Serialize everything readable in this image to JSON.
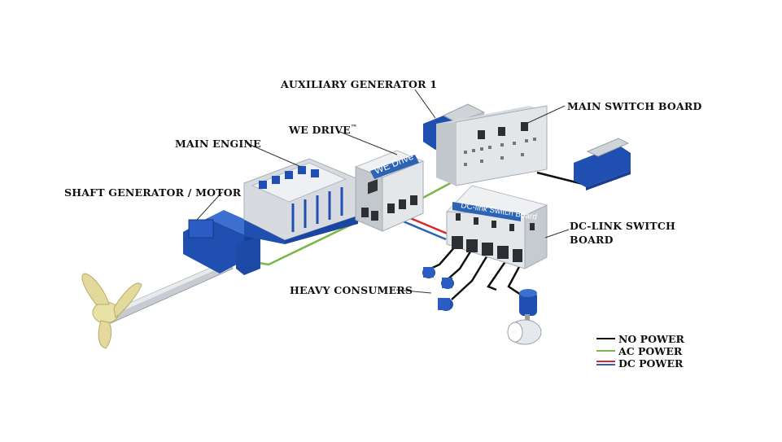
{
  "labels": {
    "auxiliary_generator": "AUXILIARY GENERATOR 1",
    "main_switch_board": "MAIN SWITCH BOARD",
    "we_drive": "WE DRIVE",
    "we_drive_tm": "™",
    "main_engine": "MAIN ENGINE",
    "shaft_generator": "SHAFT GENERATOR / MOTOR",
    "dc_link_line1": "DC-LINK SWITCH",
    "dc_link_line2": "BOARD",
    "heavy_consumers": "HEAVY CONSUMERS"
  },
  "panels": {
    "we_drive_title": "WE Drive",
    "dc_link_title": "DC-link Switch Board"
  },
  "legend": [
    {
      "label": "NO POWER",
      "color": "#111111"
    },
    {
      "label": "AC POWER",
      "color": "#7ab648"
    },
    {
      "label": "DC POWER",
      "color": "#d9262b",
      "color2": "#2d63b4"
    }
  ],
  "colors": {
    "machine_blue": "#1f4fb0",
    "cabinet_grey": "#dfe3e6",
    "ac": "#7ab648",
    "dc_red": "#d9262b",
    "dc_blue": "#2d63b4",
    "no_power": "#111111"
  }
}
